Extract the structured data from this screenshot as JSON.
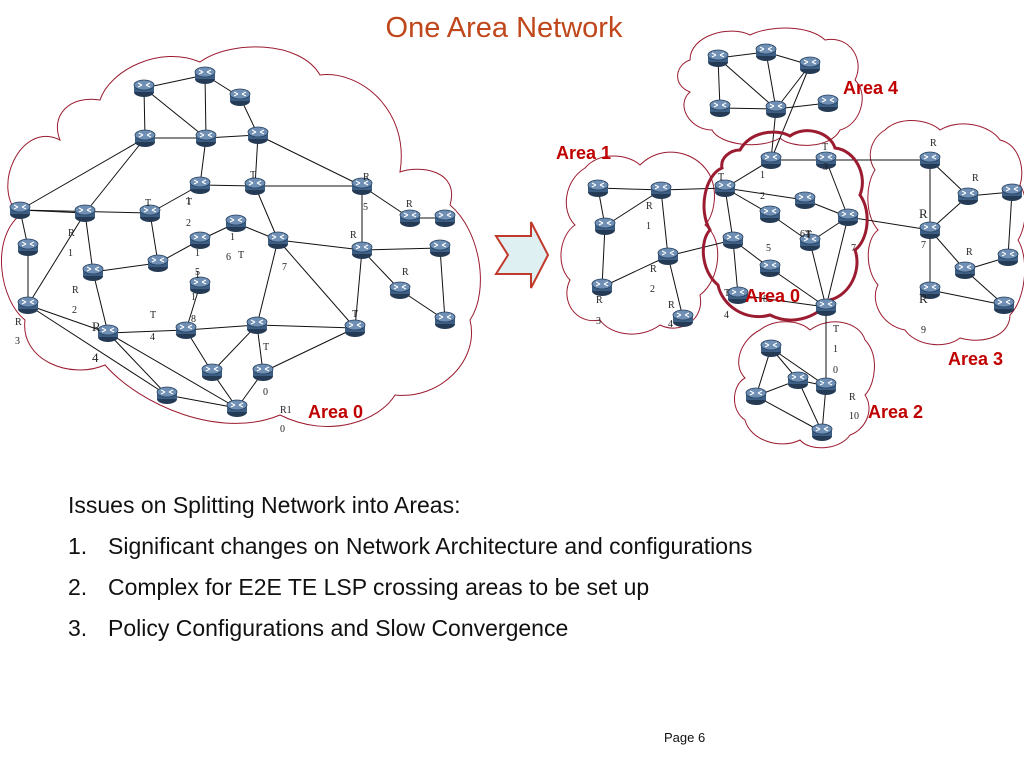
{
  "title": "One Area Network",
  "left_network": {
    "area_label": "Area 0",
    "label_fragments": [
      "T",
      "1",
      "2",
      "T",
      "1",
      "1",
      "5",
      "1",
      "8",
      "T",
      "4",
      "T",
      "7",
      "R",
      "5",
      "R",
      "R",
      "R",
      "R",
      "1",
      "R",
      "2",
      "R",
      "3",
      "R",
      "4",
      "T",
      "0",
      "R1",
      "0",
      "T",
      "1",
      "T",
      "6"
    ]
  },
  "right_network": {
    "area_labels": [
      "Area 4",
      "Area 1",
      "Area 0",
      "Area 3",
      "Area 2"
    ],
    "label_fragments": [
      "T",
      "1",
      "2",
      "6T",
      "5",
      "7",
      "R",
      "1",
      "R",
      "2",
      "R",
      "3",
      "R",
      "4",
      "T",
      "4",
      "T",
      "3",
      "R",
      "R",
      "R",
      "R",
      "7",
      "R",
      "9",
      "T",
      "1",
      "0",
      "R",
      "10",
      "T",
      "8"
    ]
  },
  "issues": {
    "heading": "Issues on Splitting Network into Areas:",
    "items": [
      {
        "number": "1.",
        "text": "Significant changes on Network Architecture and configurations"
      },
      {
        "number": "2.",
        "text": "Complex for E2E TE LSP crossing areas to be set up"
      },
      {
        "number": "3.",
        "text": "Policy Configurations and Slow Convergence"
      }
    ]
  },
  "page_number": "Page 6",
  "colors": {
    "title": "#c0461b",
    "area_label": "#c00000",
    "cloud_outline": "#9b1b30",
    "router_body": "#3d5f86",
    "arrow_fill": "#dff0f2",
    "arrow_stroke": "#c0392b"
  },
  "icons": {
    "router": "router-icon",
    "arrow": "right-arrow-icon"
  }
}
